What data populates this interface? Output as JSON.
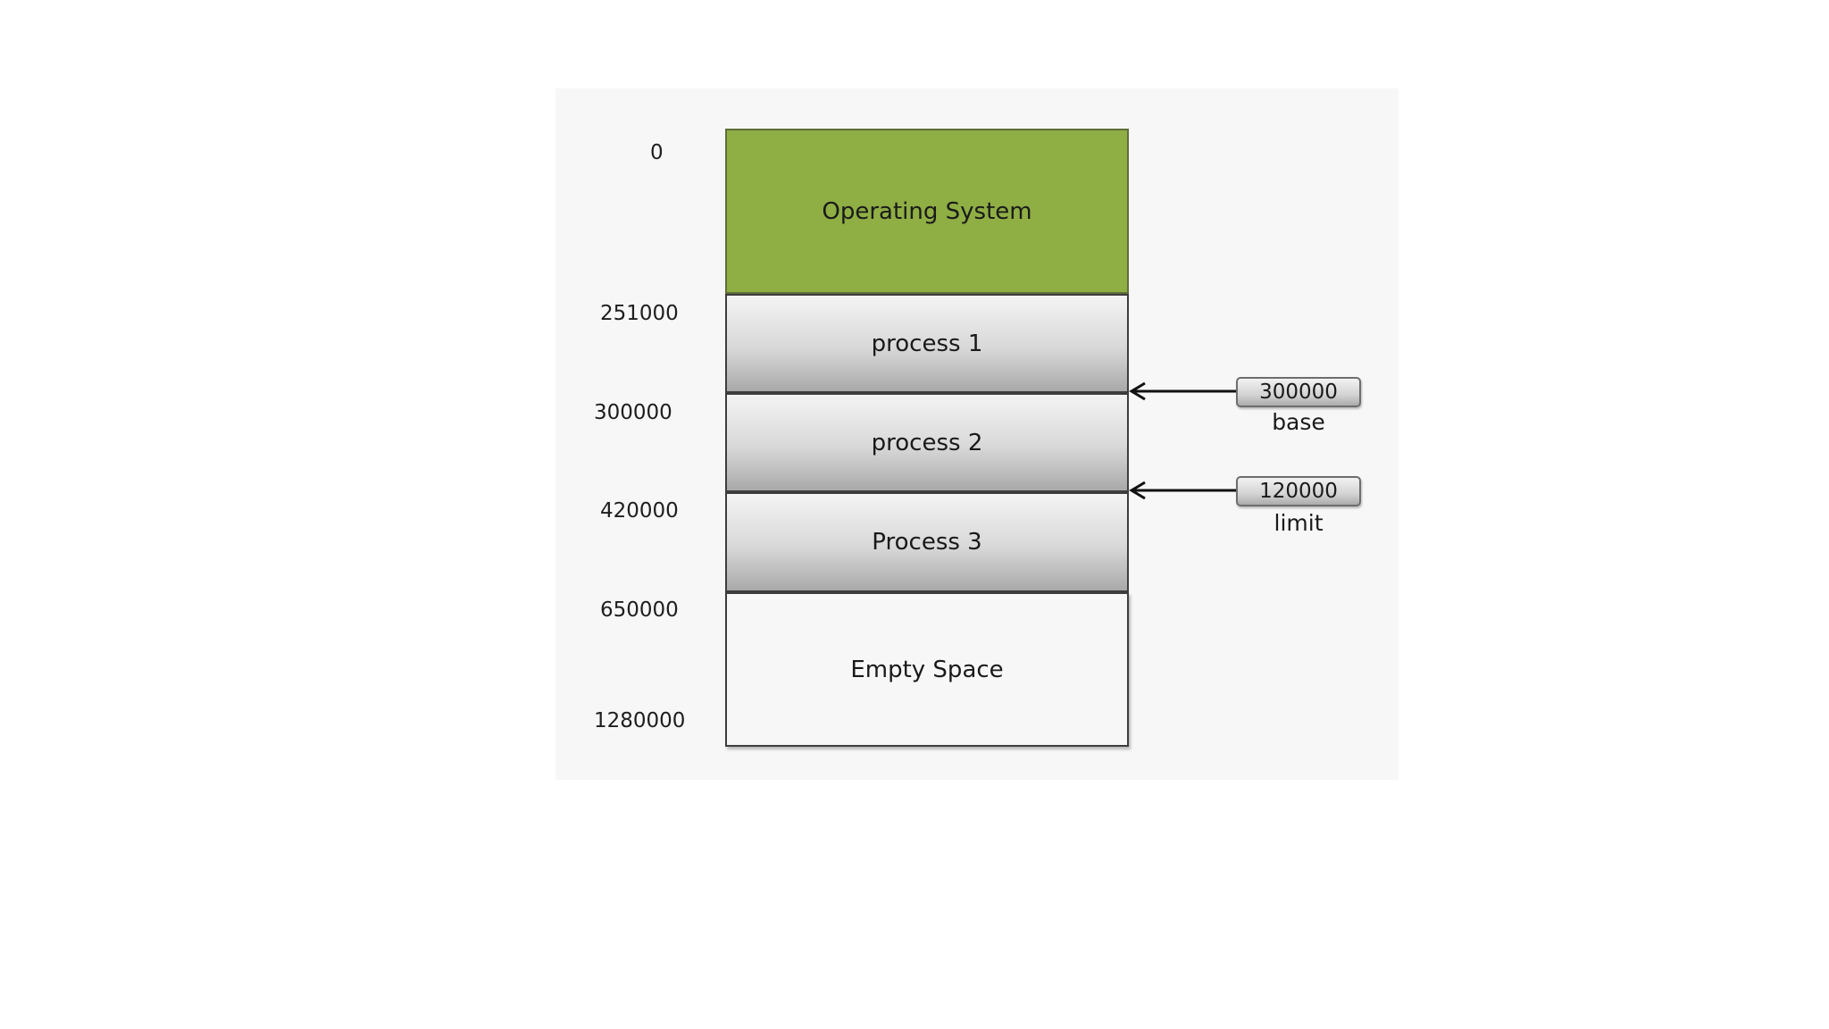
{
  "addresses": {
    "a0": "0",
    "a1": "251000",
    "a2": "300000",
    "a3": "420000",
    "a4": "650000",
    "a5": "1280000"
  },
  "blocks": {
    "os": "Operating System",
    "p1": "process 1",
    "p2": "process 2",
    "p3": "Process 3",
    "empty": "Empty Space"
  },
  "registers": {
    "base_value": "300000",
    "base_label": "base",
    "limit_value": "120000",
    "limit_label": "limit"
  },
  "colors": {
    "os_fill": "#8fae44",
    "panel": "#f8f7f7"
  }
}
